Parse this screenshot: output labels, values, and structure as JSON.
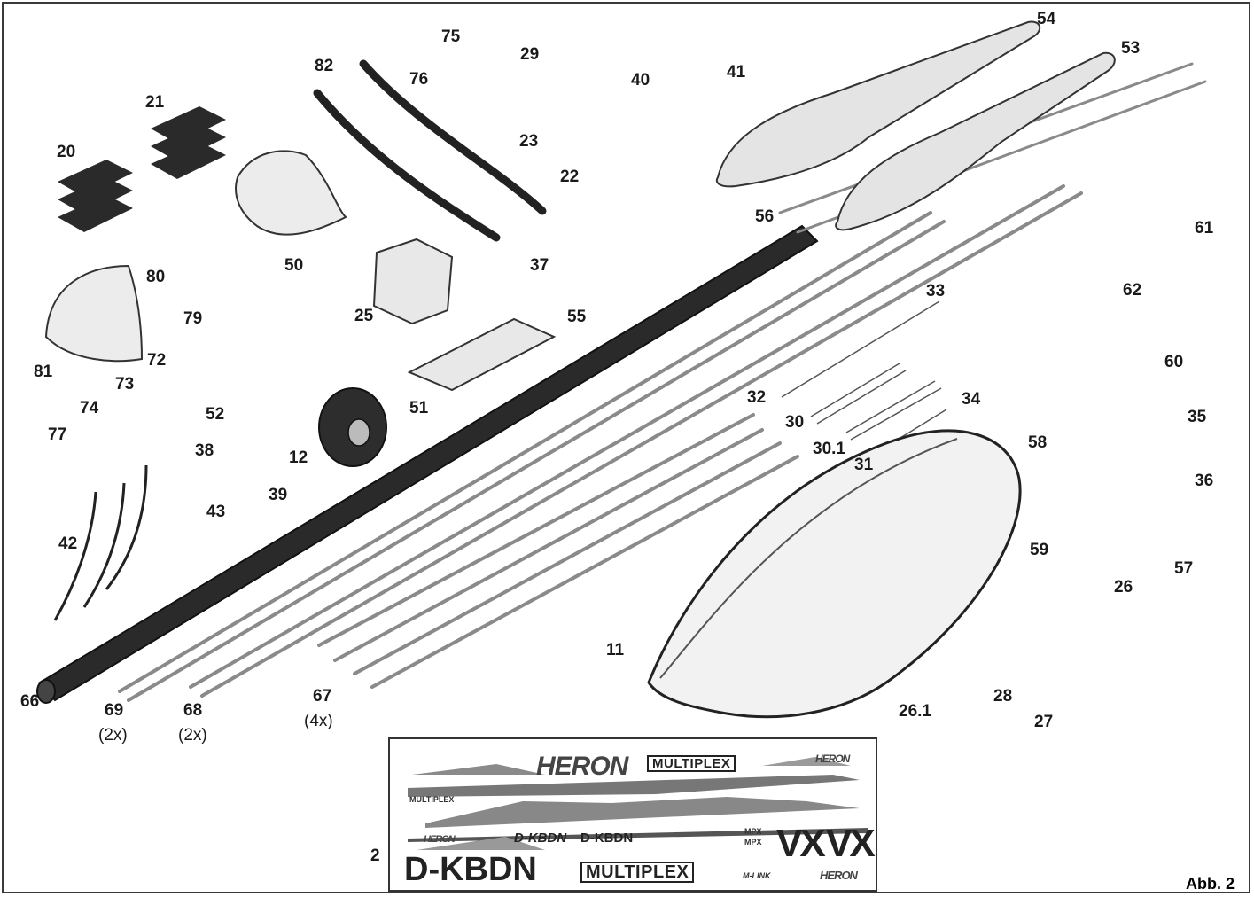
{
  "figure": {
    "caption": "Abb. 2",
    "part_labels": [
      "2",
      "11",
      "12",
      "20",
      "21",
      "22",
      "23",
      "25",
      "26",
      "26.1",
      "27",
      "28",
      "29",
      "30",
      "30.1",
      "31",
      "32",
      "33",
      "34",
      "35",
      "36",
      "37",
      "38",
      "39",
      "40",
      "41",
      "42",
      "43",
      "50",
      "51",
      "52",
      "53",
      "54",
      "55",
      "56",
      "57",
      "58",
      "59",
      "60",
      "61",
      "62",
      "66",
      "67",
      "68",
      "69",
      "72",
      "73",
      "74",
      "75",
      "76",
      "77",
      "79",
      "80",
      "81",
      "82"
    ],
    "quantity_labels": {
      "67": "(4x)",
      "68": "(2x)",
      "69": "(2x)"
    }
  },
  "decal_sheet": {
    "texts": [
      "HERON",
      "MULTIPLEX",
      "HERON",
      "MULTIPLEX",
      "HERON",
      "D-KBDN",
      "D-KBDN",
      "MPX",
      "MPX",
      "VX",
      "VX",
      "D-KBDN",
      "MULTIPLEX",
      "M-LINK",
      "HERON"
    ]
  },
  "colors": {
    "outline": "#2b2b2b",
    "part_fill": "#d6d6d6",
    "dark_part": "#2a2a2a",
    "rod": "#9a9a9a"
  }
}
